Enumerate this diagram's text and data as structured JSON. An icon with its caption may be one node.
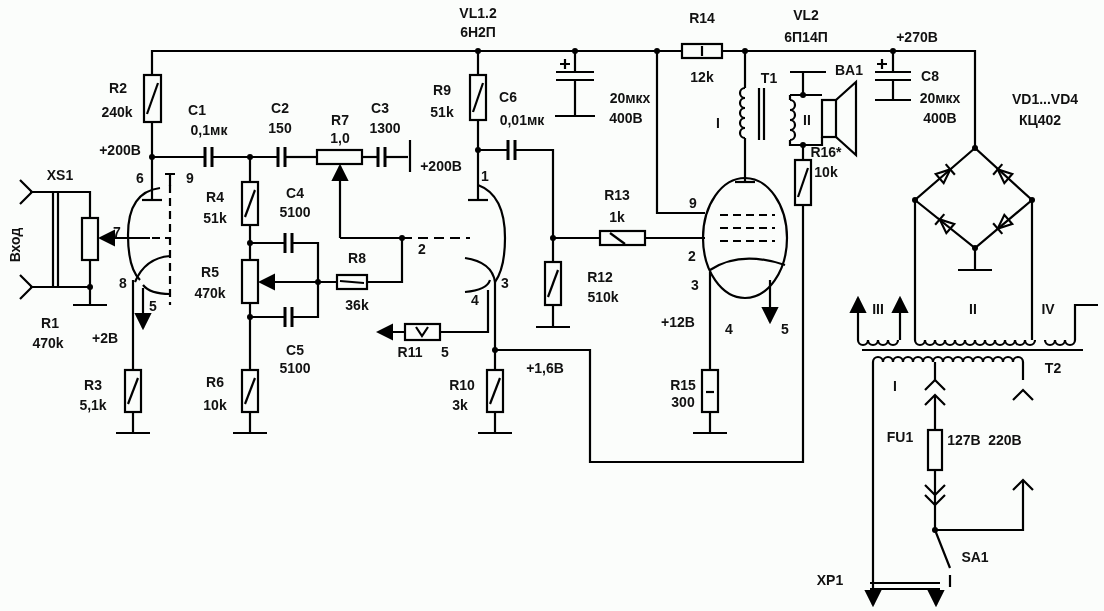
{
  "diagram": {
    "labels": [
      "VL1.2",
      "6Н2П",
      "R14",
      "VL2",
      "6П14П",
      "+270В",
      "R2",
      "12k",
      "240k",
      "C1",
      "C2",
      "R7",
      "C3",
      "R9",
      "C6",
      "20мкх",
      "T1",
      "BA1",
      "C8",
      "20мкх",
      "VD1...VD4",
      "0,1мк",
      "150",
      "1,0",
      "1300",
      "51k",
      "0,01мк",
      "400В",
      "I",
      "II",
      "400В",
      "КЦ402",
      "+200В",
      "+200В",
      "XS1",
      "6",
      "9",
      "1",
      "R16*",
      "10k",
      "R4",
      "C4",
      "51k",
      "5100",
      "9",
      "R13",
      "1k",
      "7",
      "Вход",
      "R8",
      "2",
      "2",
      "R5",
      "8",
      "3",
      "3",
      "4",
      "R12",
      "36k",
      "470k",
      "5",
      "510k",
      "R1",
      "470k",
      "+2В",
      "+12В",
      "4",
      "5",
      "III",
      "II",
      "IV",
      "C5",
      "R11",
      "5",
      "5100",
      "+1,6В",
      "T2",
      "R3",
      "R6",
      "R10",
      "R15",
      "I",
      "5,1k",
      "10k",
      "3k",
      "300",
      "FU1",
      "127В",
      "220В",
      "SA1",
      "XP1"
    ]
  }
}
